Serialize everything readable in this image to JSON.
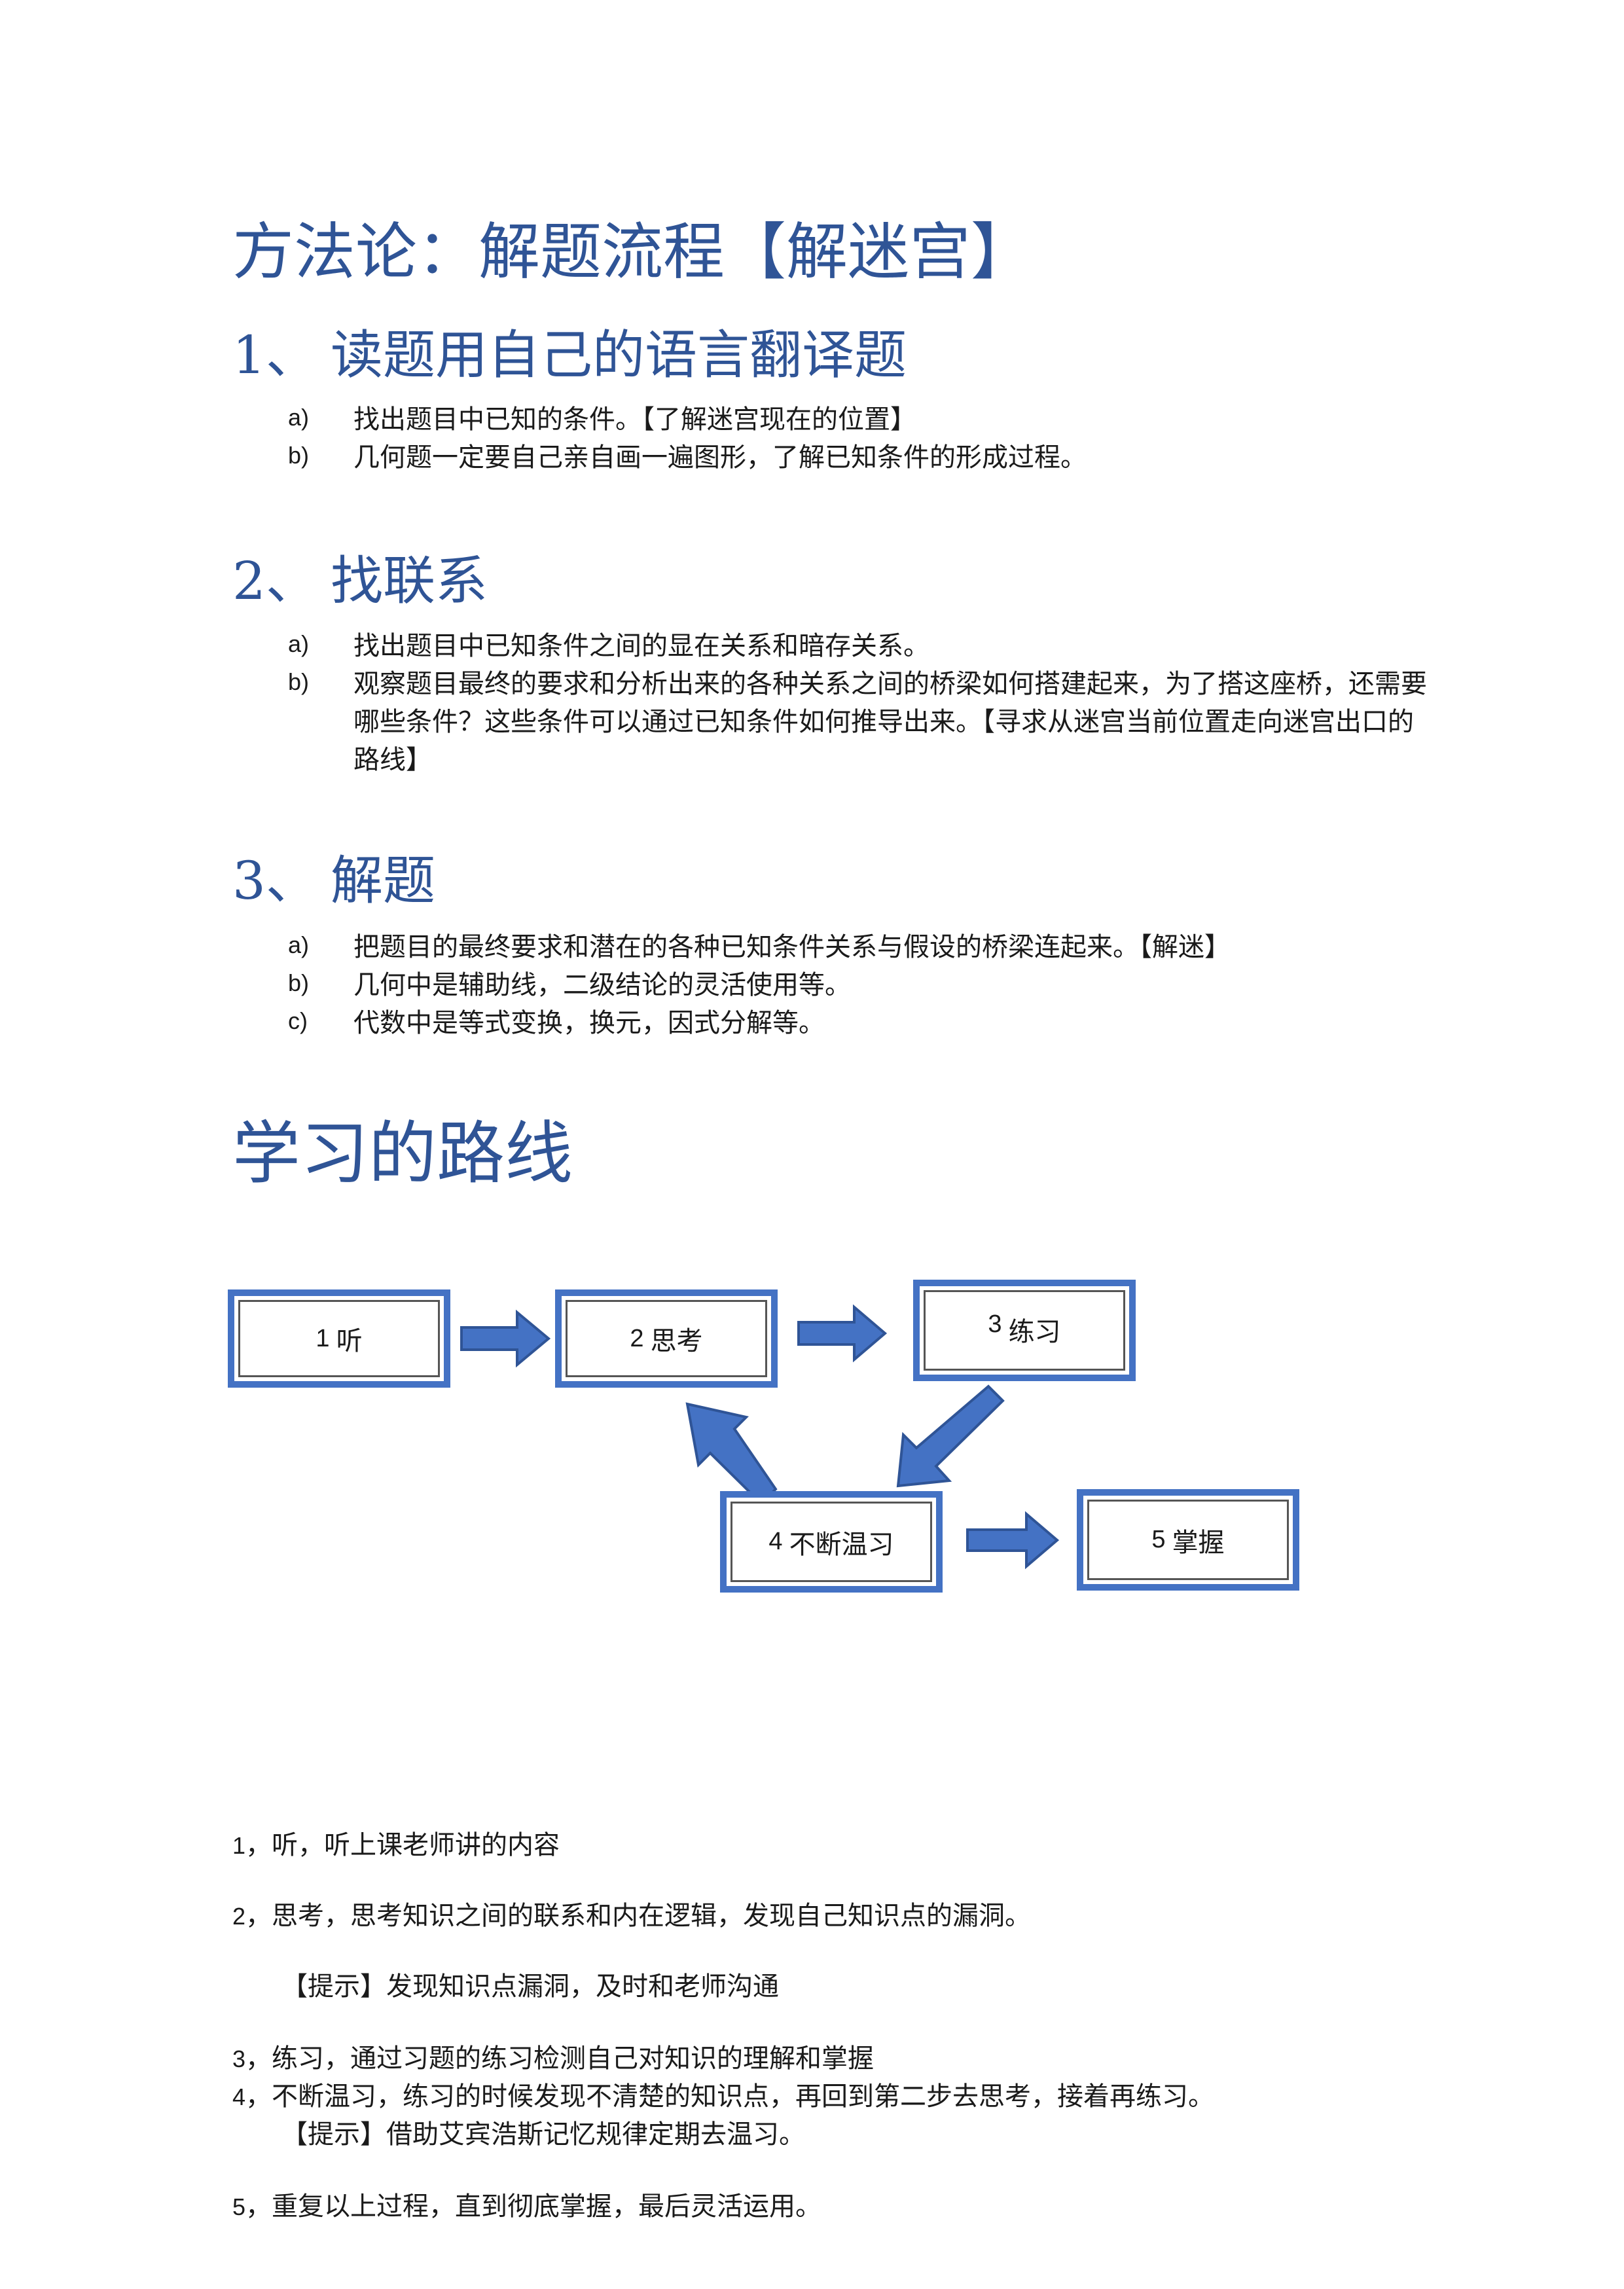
{
  "title": "方法论：解题流程【解迷宫】",
  "sections": [
    {
      "num": "1、",
      "heading": "读题用自己的语言翻译题",
      "items": [
        {
          "mark": "a)",
          "text": "找出题目中已知的条件。【了解迷宫现在的位置】"
        },
        {
          "mark": "b)",
          "text": "几何题一定要自己亲自画一遍图形，了解已知条件的形成过程。"
        }
      ]
    },
    {
      "num": "2、",
      "heading": "找联系",
      "items": [
        {
          "mark": "a)",
          "text": "找出题目中已知条件之间的显在关系和暗存关系。"
        },
        {
          "mark": "b)",
          "text": "观察题目最终的要求和分析出来的各种关系之间的桥梁如何搭建起来，为了搭这座桥，还需要哪些条件？这些条件可以通过已知条件如何推导出来。【寻求从迷宫当前位置走向迷宫出口的路线】"
        }
      ]
    },
    {
      "num": "3、",
      "heading": "解题",
      "items": [
        {
          "mark": "a)",
          "text": "把题目的最终要求和潜在的各种已知条件关系与假设的桥梁连起来。【解迷】"
        },
        {
          "mark": "b)",
          "text": "几何中是辅助线，二级结论的灵活使用等。"
        },
        {
          "mark": "c)",
          "text": "代数中是等式变换，换元，因式分解等。"
        }
      ]
    }
  ],
  "route_heading": "学习的路线",
  "flow": {
    "boxes": [
      {
        "num": "1",
        "label": "听"
      },
      {
        "num": "2",
        "label": "思考"
      },
      {
        "num": "3",
        "label": "练习"
      },
      {
        "num": "4",
        "label": "不断温习"
      },
      {
        "num": "5",
        "label": "掌握"
      }
    ],
    "box_color": "#4472c4"
  },
  "steps": [
    {
      "num": "1",
      "text": "，听，听上课老师讲的内容"
    },
    {
      "num": "2",
      "text": "，思考，思考知识之间的联系和内在逻辑，发现自己知识点的漏洞。"
    },
    {
      "tip": "【提示】发现知识点漏洞，及时和老师沟通"
    },
    {
      "num": "3",
      "text": "，练习，通过习题的练习检测自己对知识的理解和掌握"
    },
    {
      "num": "4",
      "text": "，不断温习，练习的时候发现不清楚的知识点，再回到第二步去思考，接着再练习。"
    },
    {
      "tip": "【提示】借助艾宾浩斯记忆规律定期去温习。"
    },
    {
      "num": "5",
      "text": "，重复以上过程，直到彻底掌握，最后灵活运用。"
    }
  ]
}
